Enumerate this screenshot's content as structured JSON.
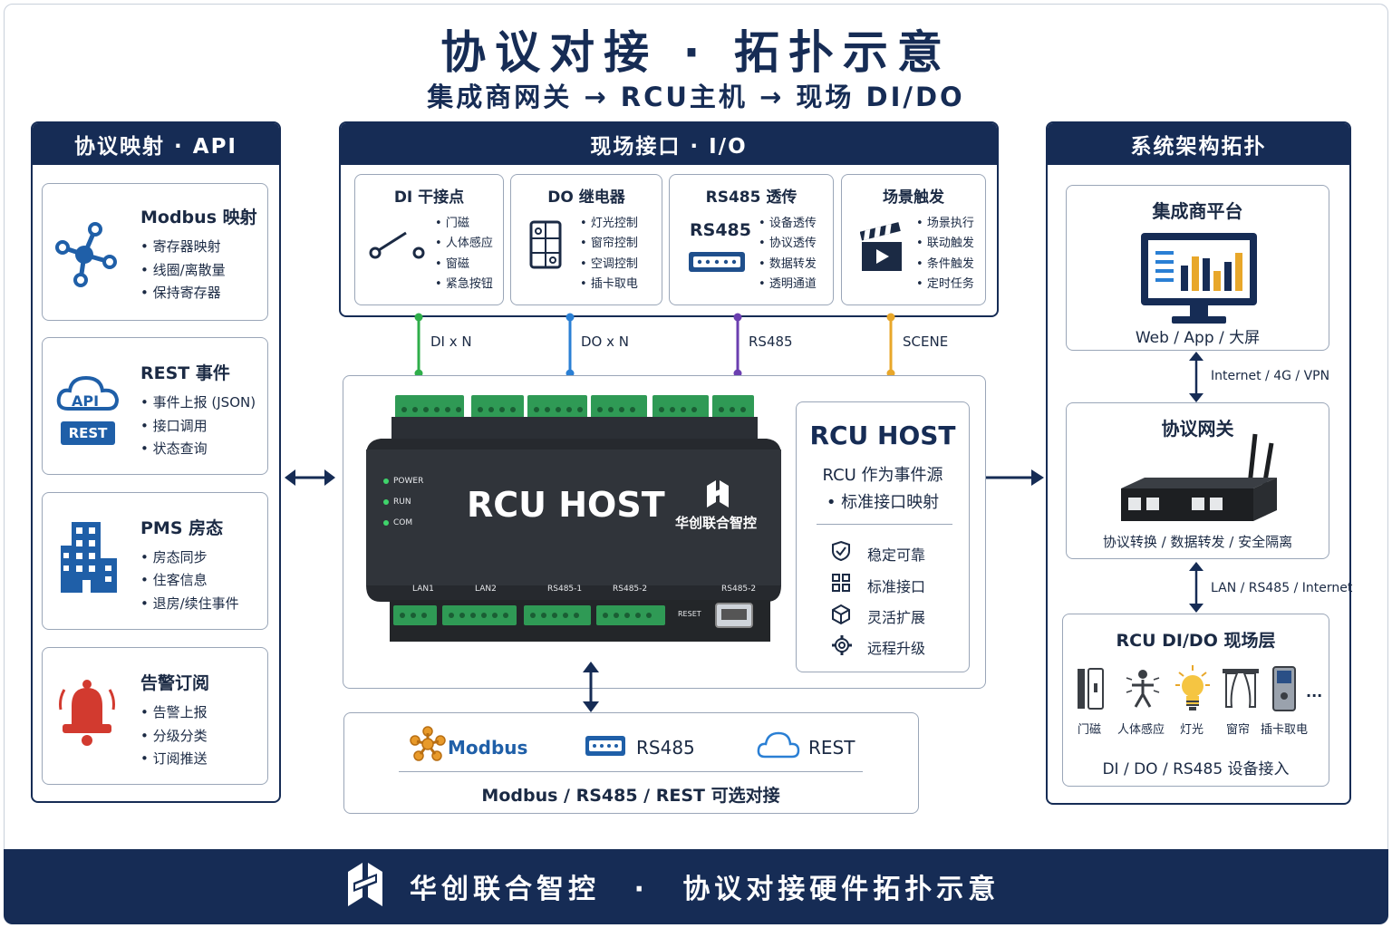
{
  "header": {
    "title": "协议对接 · 拓扑示意",
    "subtitle": "集成商网关 → RCU主机 → 现场 DI/DO"
  },
  "left_panel": {
    "title": "协议映射 · API",
    "cards": [
      {
        "title": "Modbus 映射",
        "icon": "network-nodes-icon",
        "items": [
          "寄存器映射",
          "线圈/离散量",
          "保持寄存器"
        ]
      },
      {
        "title": "REST 事件",
        "icon": "cloud-api-icon",
        "badge": "REST",
        "icon_text": "API",
        "items": [
          "事件上报 (JSON)",
          "接口调用",
          "状态查询"
        ]
      },
      {
        "title": "PMS 房态",
        "icon": "building-icon",
        "items": [
          "房态同步",
          "住客信息",
          "退房/续住事件"
        ]
      },
      {
        "title": "告警订阅",
        "icon": "alarm-bell-icon",
        "items": [
          "告警上报",
          "分级分类",
          "订阅推送"
        ]
      }
    ]
  },
  "center_panel": {
    "title": "现场接口 · I/O",
    "io_cards": [
      {
        "title": "DI 干接点",
        "icon": "switch-icon",
        "items": [
          "门磁",
          "人体感应",
          "窗磁",
          "紧急按钮"
        ]
      },
      {
        "title": "DO 继电器",
        "icon": "relay-icon",
        "items": [
          "灯光控制",
          "窗帘控制",
          "空调控制",
          "插卡取电"
        ]
      },
      {
        "title": "RS485 透传",
        "icon": "rs485-port-icon",
        "icon_text": "RS485",
        "items": [
          "设备透传",
          "协议透传",
          "数据转发",
          "透明通道"
        ]
      },
      {
        "title": "场景触发",
        "icon": "clapperboard-icon",
        "items": [
          "场景执行",
          "联动触发",
          "条件触发",
          "定时任务"
        ]
      }
    ],
    "links": [
      "DI x N",
      "DO x N",
      "RS485",
      "SCENE"
    ],
    "link_colors": [
      "#2fae4a",
      "#2a7fd4",
      "#6b3fb0",
      "#e8a72a"
    ]
  },
  "device": {
    "name": "RCU HOST",
    "brand": "华创联合智控",
    "leds": [
      "POWER",
      "RUN",
      "COM"
    ],
    "ports": [
      "LAN1",
      "LAN2",
      "RS485-1",
      "RS485-2",
      "RS485-2"
    ],
    "reset_label": "RESET"
  },
  "host_info": {
    "title": "RCU HOST",
    "line1": "RCU 作为事件源",
    "line2": "标准接口映射",
    "features": [
      {
        "icon": "shield-check-icon",
        "label": "稳定可靠"
      },
      {
        "icon": "grid-icon",
        "label": "标准接口"
      },
      {
        "icon": "cube-icon",
        "label": "灵活扩展"
      },
      {
        "icon": "gear-icon",
        "label": "远程升级"
      }
    ]
  },
  "protocols": {
    "items": [
      "Modbus",
      "RS485",
      "REST"
    ],
    "caption": "Modbus / RS485 / REST 可选对接"
  },
  "right_panel": {
    "title": "系统架构拓扑",
    "platform": {
      "title": "集成商平台",
      "caption": "Web / App / 大屏"
    },
    "link1": "Internet / 4G / VPN",
    "gateway": {
      "title": "协议网关",
      "caption": "协议转换 / 数据转发 / 安全隔离"
    },
    "link2": "LAN / RS485 / Internet",
    "field": {
      "title": "RCU DI/DO 现场层",
      "devices": [
        "门磁",
        "人体感应",
        "灯光",
        "窗帘",
        "插卡取电"
      ],
      "more": "...",
      "caption": "DI / DO / RS485 设备接入"
    }
  },
  "footer": {
    "brand": "华创联合智控",
    "separator": "·",
    "text": "协议对接硬件拓扑示意"
  }
}
